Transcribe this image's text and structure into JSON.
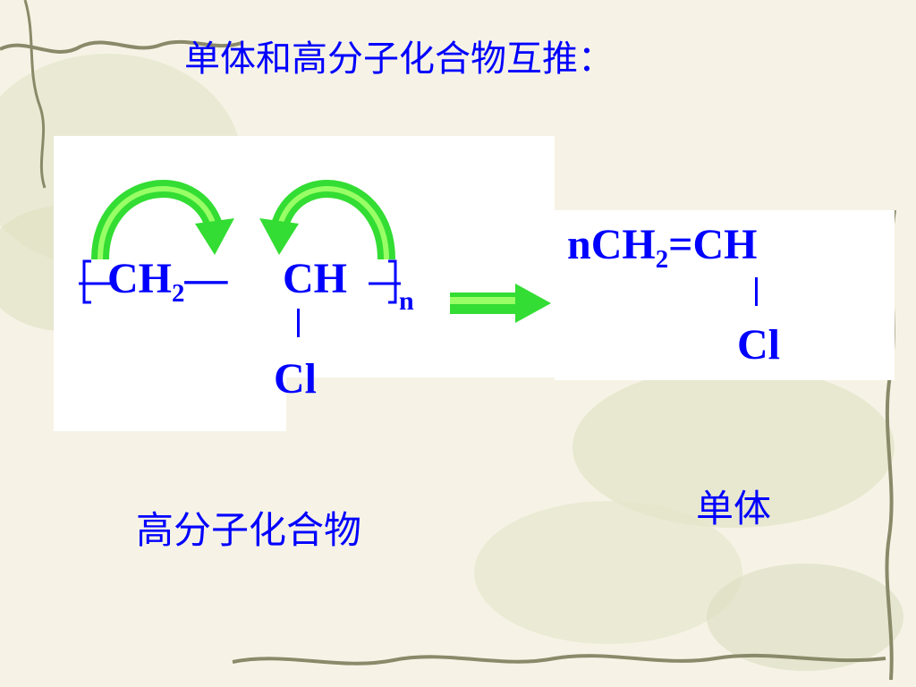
{
  "slide": {
    "title": "单体和高分子化合物互推：",
    "polymer": {
      "formula_left": "CH",
      "formula_sub": "2",
      "dash": "—",
      "formula_right": "CH",
      "repeat_sub": "n",
      "substituent": "Cl",
      "label": "高分子化合物"
    },
    "monomer": {
      "prefix": "n",
      "formula_a": "CH",
      "formula_sub": "2",
      "bond": "=",
      "formula_b": "CH",
      "substituent": "Cl",
      "label": "单体"
    }
  },
  "colors": {
    "text": "#0000ff",
    "arrow_green": "#33dd33",
    "arrow_green_light": "#99ff66",
    "vine": "#8a8a6a",
    "background": "#f6f3e6"
  },
  "icons": [
    "curved-arrow-right-icon",
    "curved-arrow-left-icon",
    "right-arrow-icon"
  ]
}
